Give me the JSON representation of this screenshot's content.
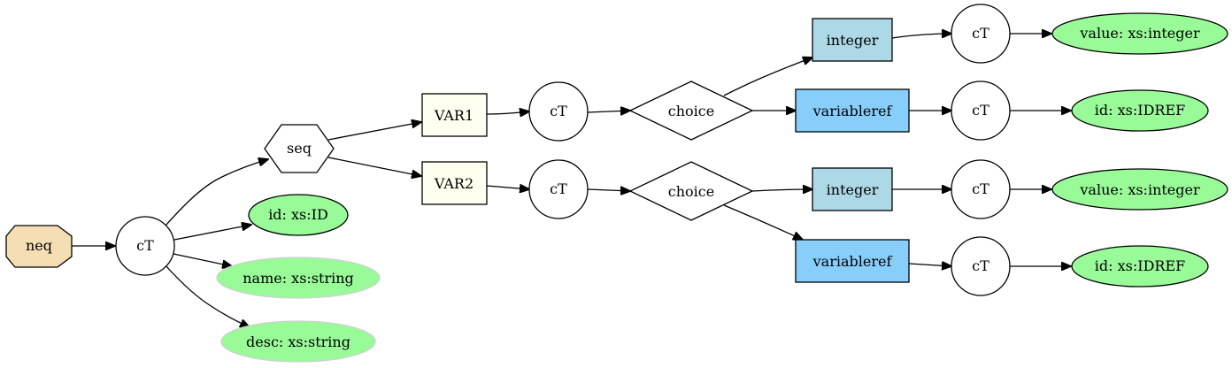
{
  "nodes": {
    "neq": {
      "label": "neq",
      "fill": "#f5deb3"
    },
    "ct_root": {
      "label": "cT"
    },
    "seq": {
      "label": "seq"
    },
    "attr_id": {
      "label": "id: xs:ID",
      "fill": "#98fb98"
    },
    "attr_name": {
      "label": "name: xs:string",
      "fill": "#98fb98"
    },
    "attr_desc": {
      "label": "desc: xs:string",
      "fill": "#98fb98"
    },
    "var1": {
      "label": "VAR1",
      "fill": "#fffff0"
    },
    "var2": {
      "label": "VAR2",
      "fill": "#fffff0"
    },
    "ct_var1": {
      "label": "cT"
    },
    "ct_var2": {
      "label": "cT"
    },
    "choice1": {
      "label": "choice"
    },
    "choice2": {
      "label": "choice"
    },
    "integer1": {
      "label": "integer",
      "fill": "#add8e6"
    },
    "varref1": {
      "label": "variableref",
      "fill": "#87cefa"
    },
    "integer2": {
      "label": "integer",
      "fill": "#add8e6"
    },
    "varref2": {
      "label": "variableref",
      "fill": "#87cefa"
    },
    "ct_int1": {
      "label": "cT"
    },
    "ct_vr1": {
      "label": "cT"
    },
    "ct_int2": {
      "label": "cT"
    },
    "ct_vr2": {
      "label": "cT"
    },
    "val1": {
      "label": "value: xs:integer",
      "fill": "#98fb98"
    },
    "idref1": {
      "label": "id: xs:IDREF",
      "fill": "#98fb98"
    },
    "val2": {
      "label": "value: xs:integer",
      "fill": "#98fb98"
    },
    "idref2": {
      "label": "id: xs:IDREF",
      "fill": "#98fb98"
    }
  }
}
